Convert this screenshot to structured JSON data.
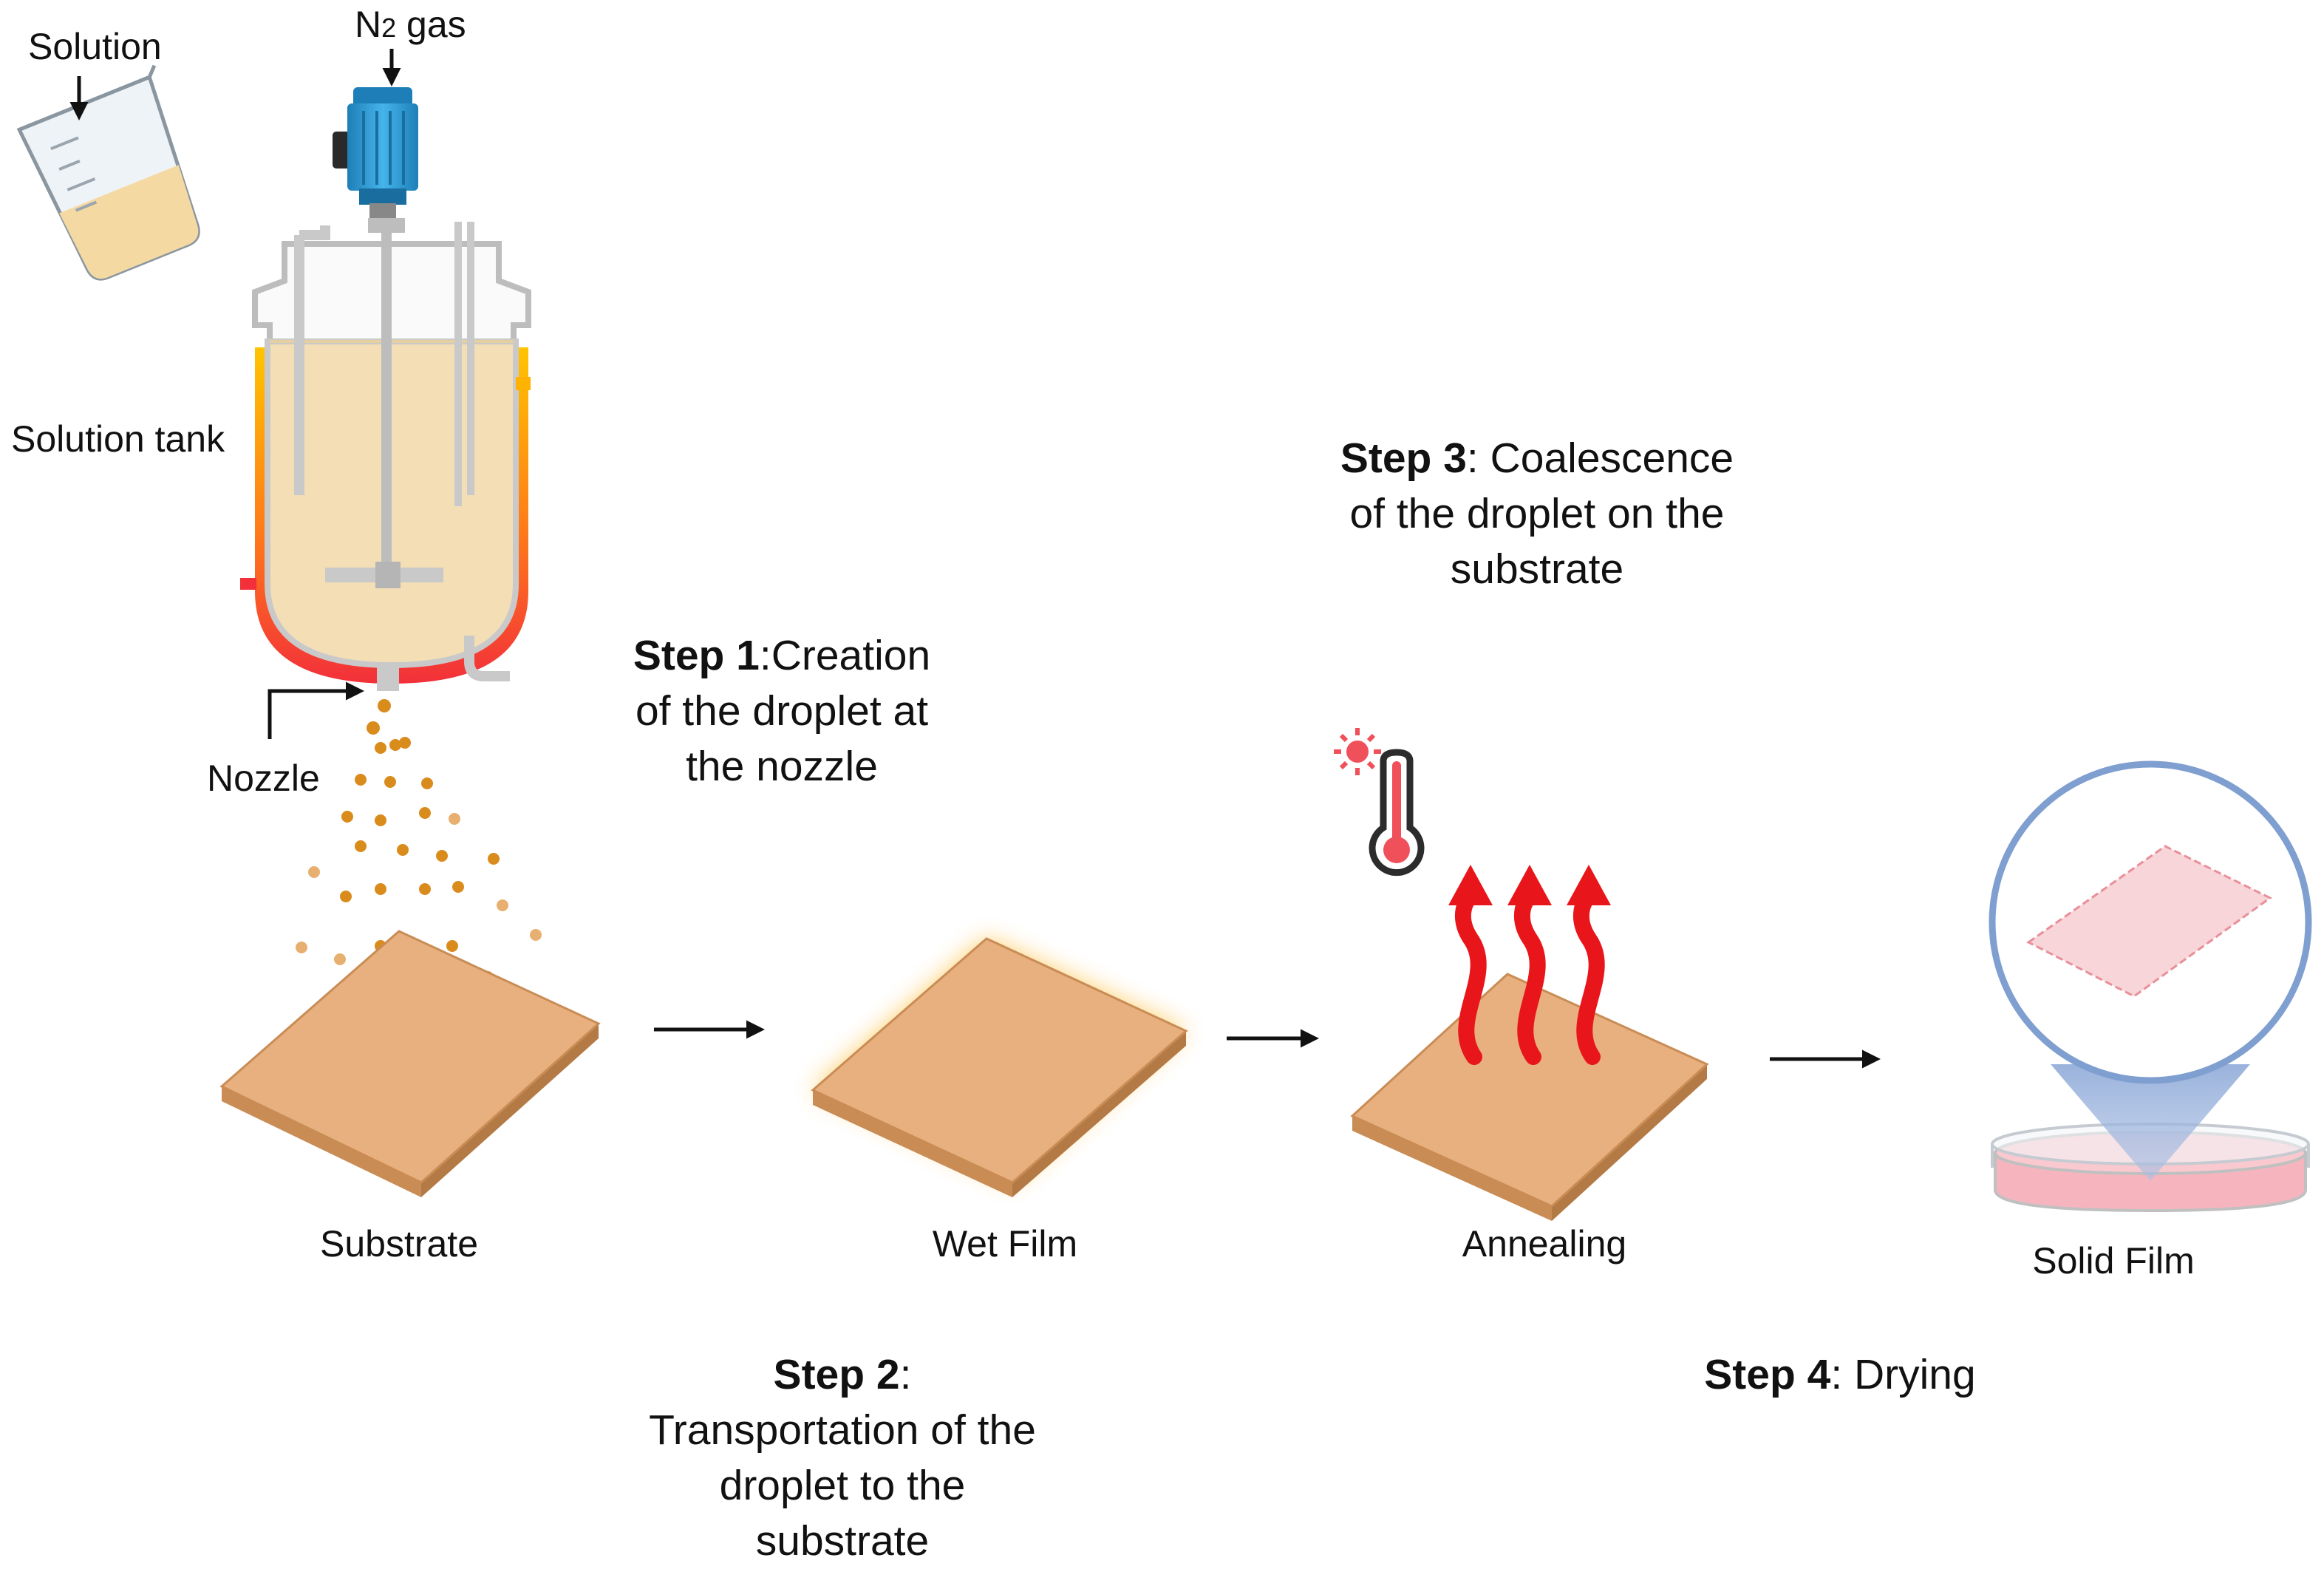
{
  "labels": {
    "solution": "Solution",
    "n2_main": "N",
    "n2_sub": "2",
    "n2_rest": " gas",
    "solution_tank": "Solution tank",
    "nozzle": "Nozzle",
    "substrate": "Substrate",
    "wet_film": "Wet Film",
    "annealing": "Annealing",
    "solid_film": "Solid Film"
  },
  "steps": {
    "step1": {
      "bold": "Step 1",
      "text": ":Creation",
      "line2": "of the droplet at",
      "line3": "the nozzle"
    },
    "step2": {
      "bold": "Step 2",
      "text": ":",
      "line2": "Transportation of the",
      "line3": "droplet to the",
      "line4": "substrate"
    },
    "step3": {
      "bold": "Step 3",
      "text": ": Coalescence",
      "line2": "of the droplet on the",
      "line3": "substrate"
    },
    "step4": {
      "bold": "Step 4",
      "text": ": Drying"
    }
  },
  "colors": {
    "substrate_top": "#E8B07E",
    "substrate_side": "#C98C55",
    "liquid": "#F4DEB6",
    "droplet": "#D98C1C",
    "heat_arrow": "#E8161B",
    "motor": "#2F9BD6",
    "tank_steel": "#C9C9C9",
    "dish_pink": "#F6B5BE",
    "magnifier": "#7F9FD0"
  }
}
